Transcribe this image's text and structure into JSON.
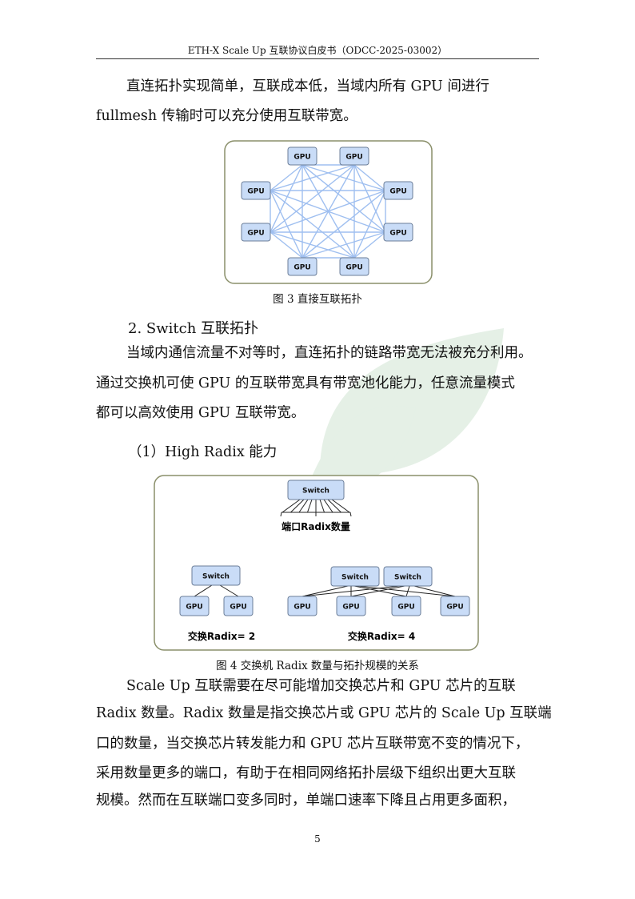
{
  "header": "ETH-X Scale Up 互联协议白皮书（ODCC-2025-03002）",
  "para1": [
    "直连拓扑实现简单，互联成本低，当域内所有 GPU 间进行",
    "fullmesh 传输时可以充分使用互联带宽。"
  ],
  "fig3": {
    "node_label": "GPU",
    "caption": "图 3 直接互联拓扑"
  },
  "section": "2. Switch 互联拓扑",
  "para2": [
    "当域内通信流量不对等时，直连拓扑的链路带宽无法被充分利用。",
    "通过交换机可使 GPU 的互联带宽具有带宽池化能力，任意流量模式",
    "都可以高效使用 GPU 互联带宽。"
  ],
  "subsection": "（1）High Radix 能力",
  "fig4": {
    "switch_label": "Switch",
    "gpu_label": "GPU",
    "port_label": "端口Radix数量",
    "radix2": "交换Radix= 2",
    "radix4": "交换Radix= 4",
    "caption": "图 4 交换机 Radix 数量与拓扑规模的关系"
  },
  "para3": [
    "Scale Up 互联需要在尽可能增加交换芯片和 GPU 芯片的互联",
    "Radix 数量。Radix 数量是指交换芯片或 GPU 芯片的 Scale Up 互联端",
    "口的数量，当交换芯片转发能力和 GPU 芯片互联带宽不变的情况下，",
    "采用数量更多的端口，有助于在相同网络拓扑层级下组织出更大互联",
    "规模。然而在互联端口变多同时，单端口速率下降且占用更多面积，"
  ],
  "page_number": "5",
  "colors": {
    "node_fill": "#c9dcf7",
    "node_stroke": "#6b7e99",
    "mesh_line": "#9fbff0",
    "frame": "#8a8f6a"
  }
}
